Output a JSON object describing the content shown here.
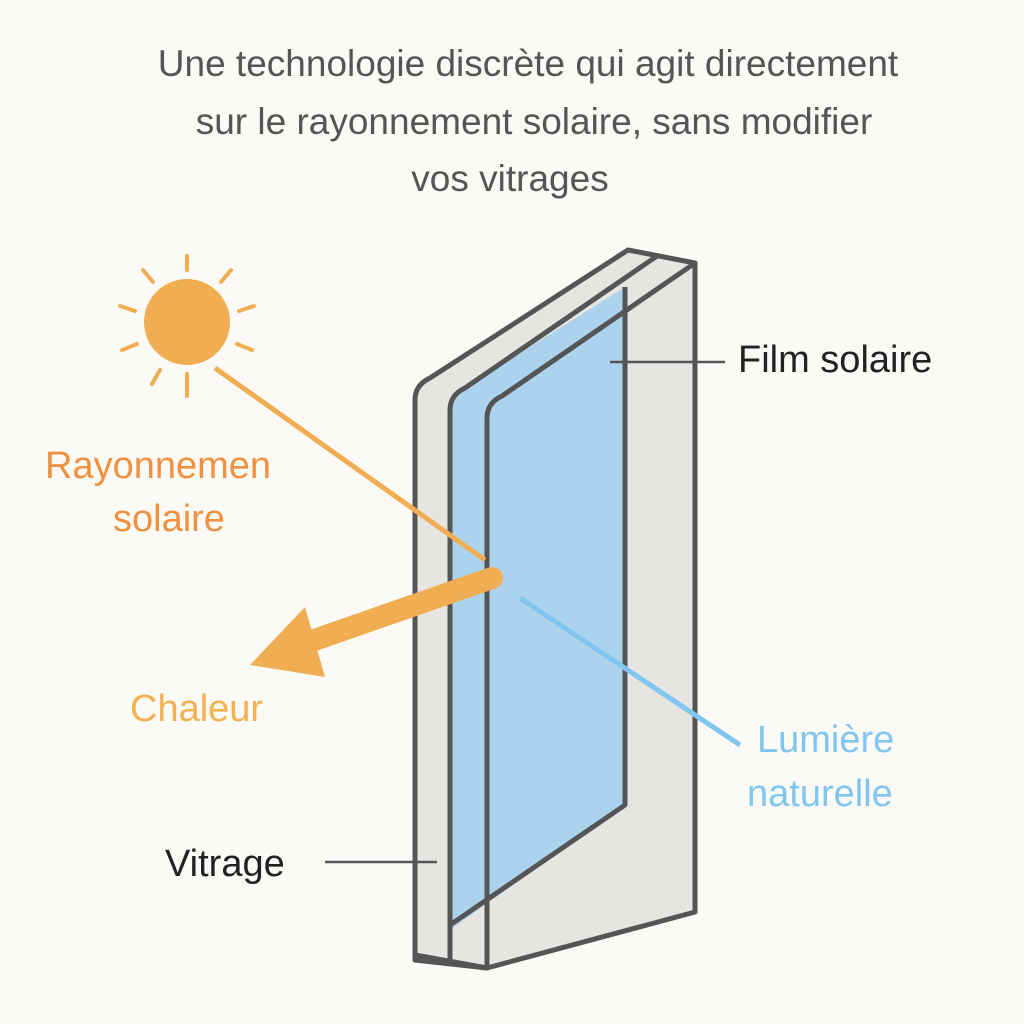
{
  "title_lines": [
    "Une technologie discrète qui agit directement",
    "sur le rayonnement solaire, sans modifier",
    "vos vitrages"
  ],
  "labels": {
    "film": "Film solaire",
    "rayonnement_line1": "Rayonnemen",
    "rayonnement_line2": "solaire",
    "chaleur": "Chaleur",
    "lumiere_line1": "Lumière",
    "lumiere_line2": "naturelle",
    "vitrage": "Vitrage"
  },
  "colors": {
    "sun": "#f1ad52",
    "rayonnement": "#f0913f",
    "chaleur": "#f3b251",
    "lumiere": "#80c6ee",
    "glass": "#e7e5e2",
    "film": "#acd3ee",
    "outline": "#555555"
  }
}
